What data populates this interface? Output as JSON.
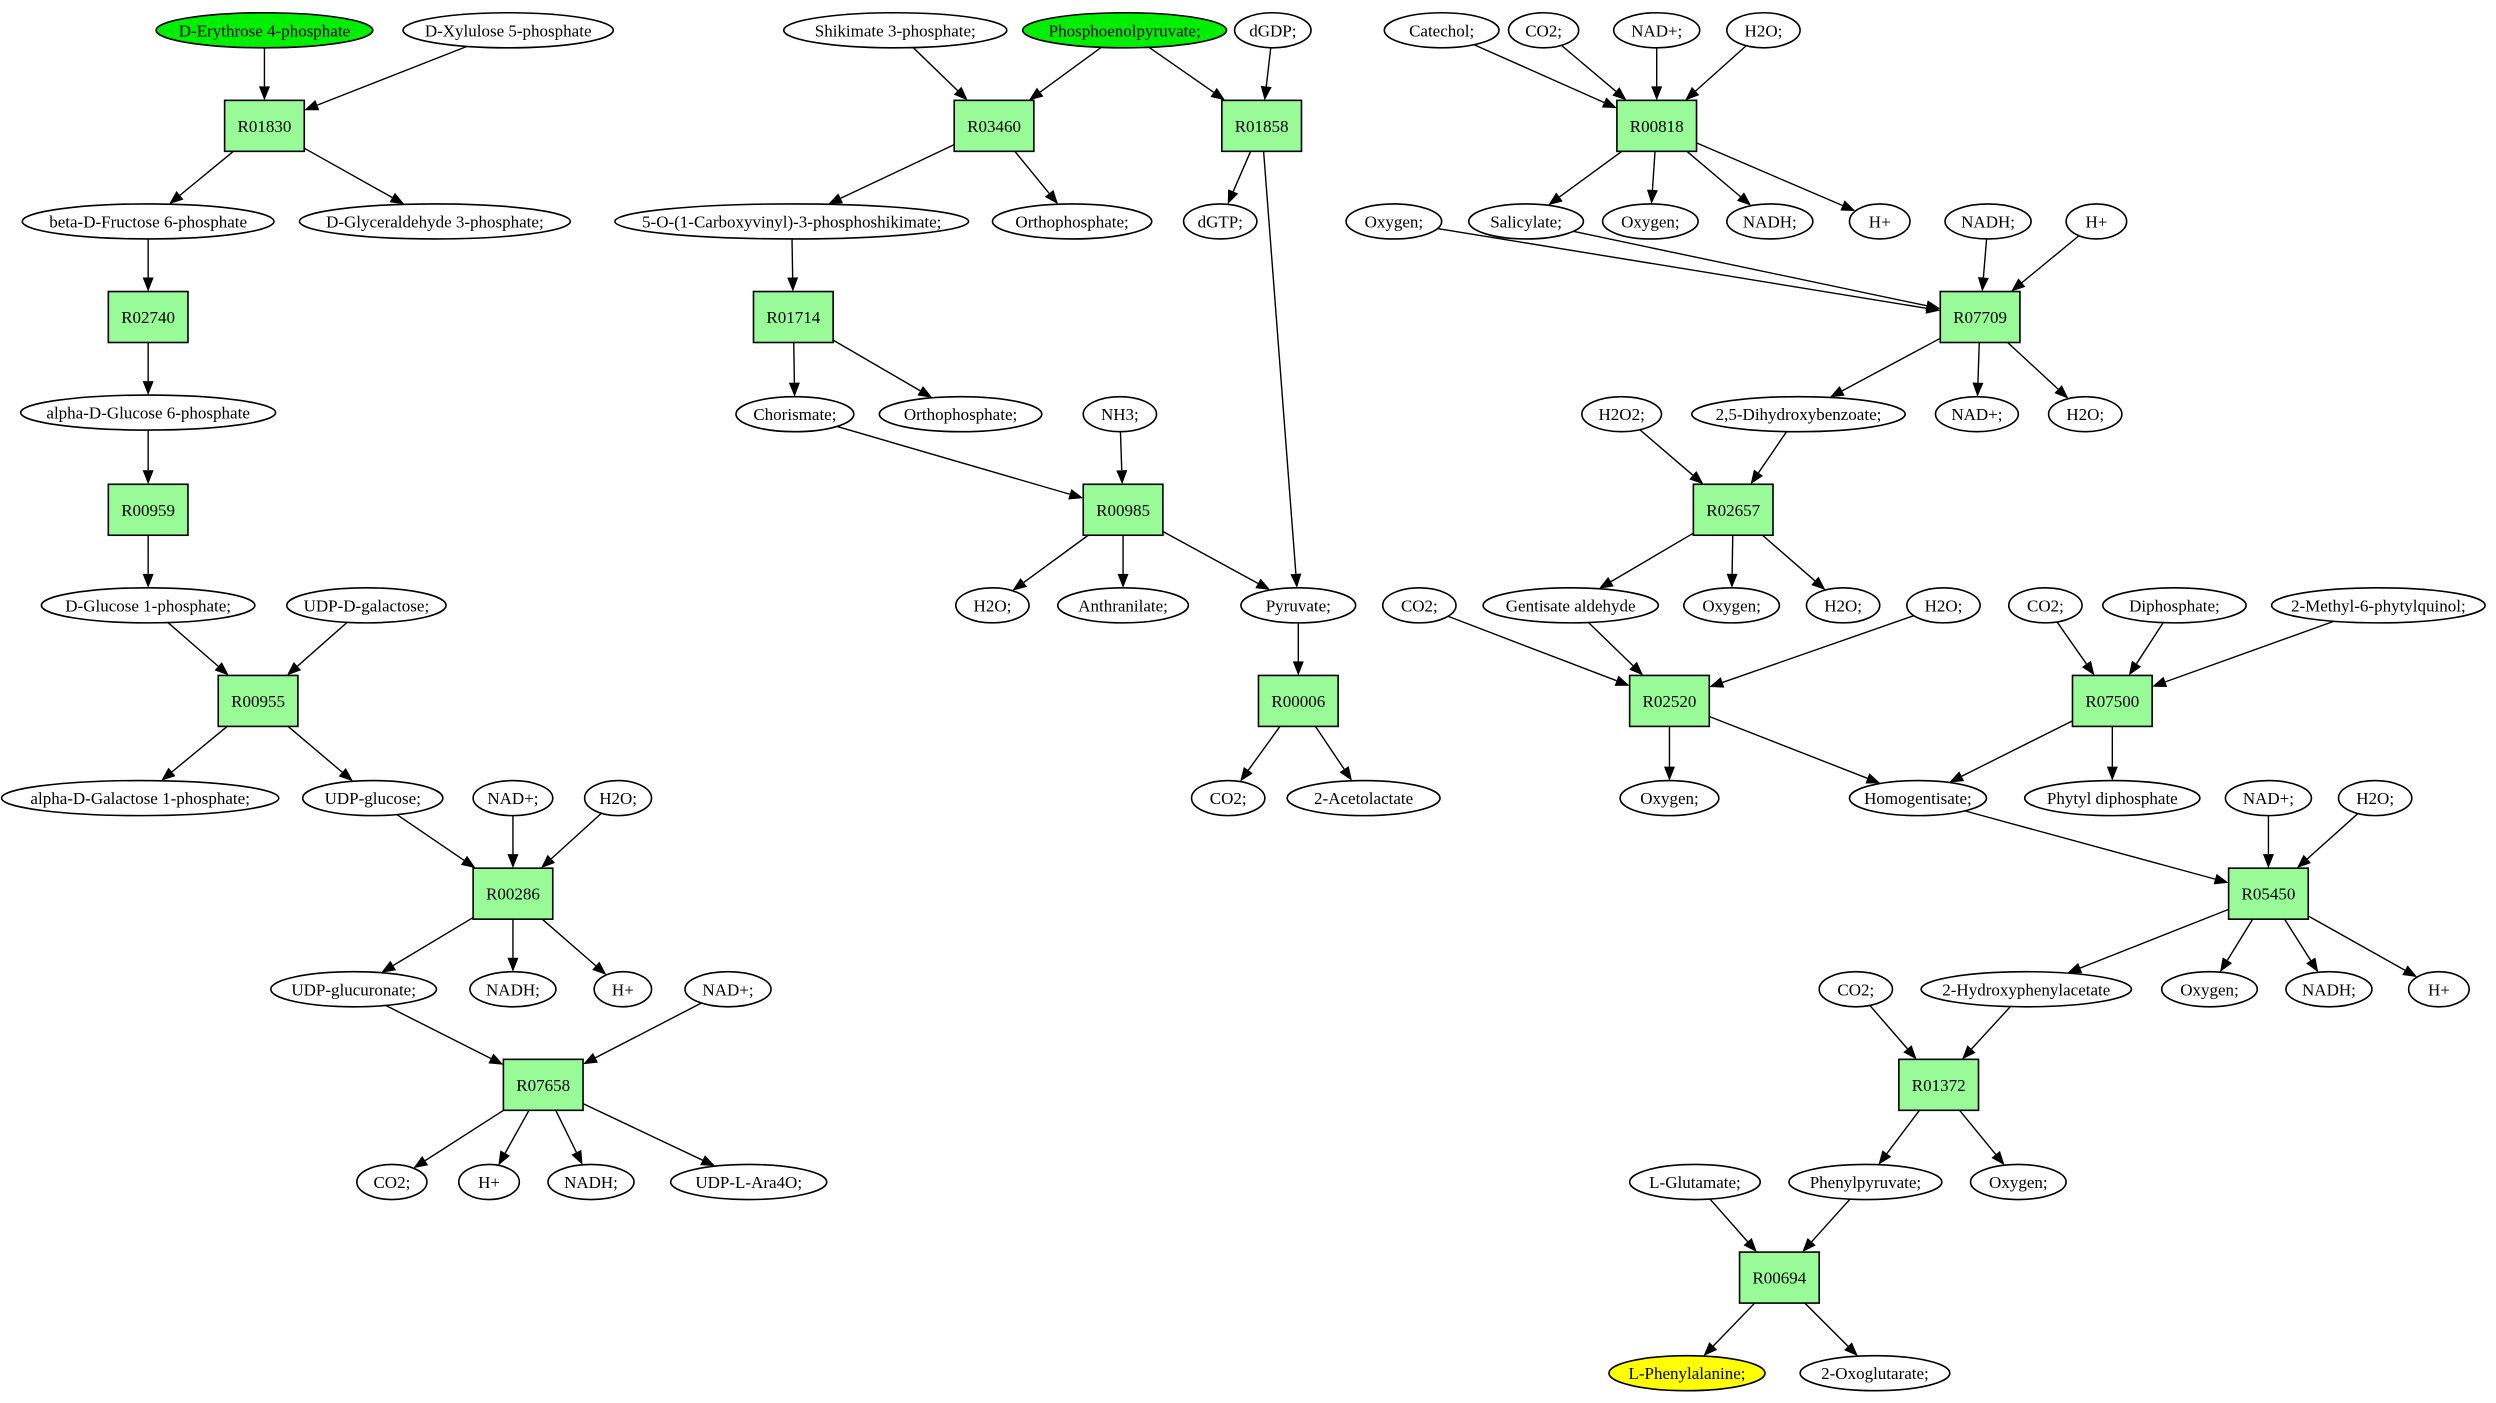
{
  "colors": {
    "reaction_fill": "#98fb98",
    "start_compound_fill": "#00ee00",
    "target_compound_fill": "#ffff00",
    "compound_fill": "#ffffff",
    "stroke": "#000000"
  },
  "nodes": [
    {
      "id": "c_e4p",
      "label": "D-Erythrose 4-phosphate",
      "kind": "compound",
      "color": "#00ee00"
    },
    {
      "id": "c_xu5p",
      "label": "D-Xylulose 5-phosphate",
      "kind": "compound"
    },
    {
      "id": "r_R01830",
      "label": "R01830",
      "kind": "reaction"
    },
    {
      "id": "c_f6p",
      "label": "beta-D-Fructose 6-phosphate",
      "kind": "compound"
    },
    {
      "id": "c_g3p",
      "label": "D-Glyceraldehyde 3-phosphate;",
      "kind": "compound"
    },
    {
      "id": "r_R02740",
      "label": "R02740",
      "kind": "reaction"
    },
    {
      "id": "c_ag6p",
      "label": "alpha-D-Glucose 6-phosphate",
      "kind": "compound"
    },
    {
      "id": "r_R00959",
      "label": "R00959",
      "kind": "reaction"
    },
    {
      "id": "c_g1p",
      "label": "D-Glucose 1-phosphate;",
      "kind": "compound"
    },
    {
      "id": "c_udpgal",
      "label": "UDP-D-galactose;",
      "kind": "compound"
    },
    {
      "id": "r_R00955",
      "label": "R00955",
      "kind": "reaction"
    },
    {
      "id": "c_agal1p",
      "label": "alpha-D-Galactose 1-phosphate;",
      "kind": "compound"
    },
    {
      "id": "c_udpglc",
      "label": "UDP-glucose;",
      "kind": "compound"
    },
    {
      "id": "c_nad_1",
      "label": "NAD+;",
      "kind": "compound"
    },
    {
      "id": "c_h2o_1",
      "label": "H2O;",
      "kind": "compound"
    },
    {
      "id": "r_R00286",
      "label": "R00286",
      "kind": "reaction"
    },
    {
      "id": "c_udpglcA",
      "label": "UDP-glucuronate;",
      "kind": "compound"
    },
    {
      "id": "c_nadh_1",
      "label": "NADH;",
      "kind": "compound"
    },
    {
      "id": "c_h_1",
      "label": "H+",
      "kind": "compound"
    },
    {
      "id": "c_nad_2",
      "label": "NAD+;",
      "kind": "compound"
    },
    {
      "id": "r_R07658",
      "label": "R07658",
      "kind": "reaction"
    },
    {
      "id": "c_co2_1",
      "label": "CO2;",
      "kind": "compound"
    },
    {
      "id": "c_h_2",
      "label": "H+",
      "kind": "compound"
    },
    {
      "id": "c_nadh_2",
      "label": "NADH;",
      "kind": "compound"
    },
    {
      "id": "c_udpara",
      "label": "UDP-L-Ara4O;",
      "kind": "compound"
    },
    {
      "id": "c_s3p",
      "label": "Shikimate 3-phosphate;",
      "kind": "compound"
    },
    {
      "id": "c_pep",
      "label": "Phosphoenolpyruvate;",
      "kind": "compound",
      "color": "#00ee00"
    },
    {
      "id": "c_dgdp",
      "label": "dGDP;",
      "kind": "compound"
    },
    {
      "id": "r_R03460",
      "label": "R03460",
      "kind": "reaction"
    },
    {
      "id": "r_R01858",
      "label": "R01858",
      "kind": "reaction"
    },
    {
      "id": "c_epsp",
      "label": "5-O-(1-Carboxyvinyl)-3-phosphoshikimate;",
      "kind": "compound"
    },
    {
      "id": "c_pi_1",
      "label": "Orthophosphate;",
      "kind": "compound"
    },
    {
      "id": "c_dgtp",
      "label": "dGTP;",
      "kind": "compound"
    },
    {
      "id": "r_R01714",
      "label": "R01714",
      "kind": "reaction"
    },
    {
      "id": "c_chor",
      "label": "Chorismate;",
      "kind": "compound"
    },
    {
      "id": "c_pi_2",
      "label": "Orthophosphate;",
      "kind": "compound"
    },
    {
      "id": "c_nh3",
      "label": "NH3;",
      "kind": "compound"
    },
    {
      "id": "r_R00985",
      "label": "R00985",
      "kind": "reaction"
    },
    {
      "id": "c_h2o_2",
      "label": "H2O;",
      "kind": "compound"
    },
    {
      "id": "c_anth",
      "label": "Anthranilate;",
      "kind": "compound"
    },
    {
      "id": "c_pyr",
      "label": "Pyruvate;",
      "kind": "compound"
    },
    {
      "id": "r_R00006",
      "label": "R00006",
      "kind": "reaction"
    },
    {
      "id": "c_co2_2",
      "label": "CO2;",
      "kind": "compound"
    },
    {
      "id": "c_acetol",
      "label": "2-Acetolactate",
      "kind": "compound"
    },
    {
      "id": "c_catechol",
      "label": "Catechol;",
      "kind": "compound"
    },
    {
      "id": "c_co2_3",
      "label": "CO2;",
      "kind": "compound"
    },
    {
      "id": "c_nad_3",
      "label": "NAD+;",
      "kind": "compound"
    },
    {
      "id": "c_h2o_3",
      "label": "H2O;",
      "kind": "compound"
    },
    {
      "id": "r_R00818",
      "label": "R00818",
      "kind": "reaction"
    },
    {
      "id": "c_oxy_1",
      "label": "Oxygen;",
      "kind": "compound"
    },
    {
      "id": "c_salic",
      "label": "Salicylate;",
      "kind": "compound"
    },
    {
      "id": "c_oxy_2",
      "label": "Oxygen;",
      "kind": "compound"
    },
    {
      "id": "c_nadh_3",
      "label": "NADH;",
      "kind": "compound"
    },
    {
      "id": "c_h_3",
      "label": "H+",
      "kind": "compound"
    },
    {
      "id": "c_nadh_4",
      "label": "NADH;",
      "kind": "compound"
    },
    {
      "id": "c_h_4",
      "label": "H+",
      "kind": "compound"
    },
    {
      "id": "r_R07709",
      "label": "R07709",
      "kind": "reaction"
    },
    {
      "id": "c_h2o2",
      "label": "H2O2;",
      "kind": "compound"
    },
    {
      "id": "c_dhb",
      "label": "2,5-Dihydroxybenzoate;",
      "kind": "compound"
    },
    {
      "id": "c_nad_4",
      "label": "NAD+;",
      "kind": "compound"
    },
    {
      "id": "c_h2o_4",
      "label": "H2O;",
      "kind": "compound"
    },
    {
      "id": "r_R02657",
      "label": "R02657",
      "kind": "reaction"
    },
    {
      "id": "c_co2_4",
      "label": "CO2;",
      "kind": "compound"
    },
    {
      "id": "c_gentald",
      "label": "Gentisate aldehyde",
      "kind": "compound"
    },
    {
      "id": "c_oxy_3",
      "label": "Oxygen;",
      "kind": "compound"
    },
    {
      "id": "c_h2o_5",
      "label": "H2O;",
      "kind": "compound"
    },
    {
      "id": "c_h2o_6",
      "label": "H2O;",
      "kind": "compound"
    },
    {
      "id": "c_co2_5",
      "label": "CO2;",
      "kind": "compound"
    },
    {
      "id": "c_dipho",
      "label": "Diphosphate;",
      "kind": "compound"
    },
    {
      "id": "c_mpq",
      "label": "2-Methyl-6-phytylquinol;",
      "kind": "compound"
    },
    {
      "id": "r_R02520",
      "label": "R02520",
      "kind": "reaction"
    },
    {
      "id": "r_R07500",
      "label": "R07500",
      "kind": "reaction"
    },
    {
      "id": "c_oxy_4",
      "label": "Oxygen;",
      "kind": "compound"
    },
    {
      "id": "c_hga",
      "label": "Homogentisate;",
      "kind": "compound"
    },
    {
      "id": "c_phytdp",
      "label": "Phytyl diphosphate",
      "kind": "compound"
    },
    {
      "id": "c_nad_5",
      "label": "NAD+;",
      "kind": "compound"
    },
    {
      "id": "c_h2o_7",
      "label": "H2O;",
      "kind": "compound"
    },
    {
      "id": "r_R05450",
      "label": "R05450",
      "kind": "reaction"
    },
    {
      "id": "c_co2_6",
      "label": "CO2;",
      "kind": "compound"
    },
    {
      "id": "c_2hpa",
      "label": "2-Hydroxyphenylacetate",
      "kind": "compound"
    },
    {
      "id": "c_oxy_5",
      "label": "Oxygen;",
      "kind": "compound"
    },
    {
      "id": "c_nadh_5",
      "label": "NADH;",
      "kind": "compound"
    },
    {
      "id": "c_h_5",
      "label": "H+",
      "kind": "compound"
    },
    {
      "id": "r_R01372",
      "label": "R01372",
      "kind": "reaction"
    },
    {
      "id": "c_glu",
      "label": "L-Glutamate;",
      "kind": "compound"
    },
    {
      "id": "c_phepyr",
      "label": "Phenylpyruvate;",
      "kind": "compound"
    },
    {
      "id": "c_oxy_6",
      "label": "Oxygen;",
      "kind": "compound"
    },
    {
      "id": "r_R00694",
      "label": "R00694",
      "kind": "reaction"
    },
    {
      "id": "c_phe",
      "label": "L-Phenylalanine;",
      "kind": "compound",
      "color": "#ffff00"
    },
    {
      "id": "c_2og",
      "label": "2-Oxoglutarate;",
      "kind": "compound"
    }
  ],
  "edges": [
    [
      "c_e4p",
      "r_R01830"
    ],
    [
      "c_xu5p",
      "r_R01830"
    ],
    [
      "r_R01830",
      "c_f6p"
    ],
    [
      "r_R01830",
      "c_g3p"
    ],
    [
      "c_f6p",
      "r_R02740"
    ],
    [
      "r_R02740",
      "c_ag6p"
    ],
    [
      "c_ag6p",
      "r_R00959"
    ],
    [
      "r_R00959",
      "c_g1p"
    ],
    [
      "c_g1p",
      "r_R00955"
    ],
    [
      "c_udpgal",
      "r_R00955"
    ],
    [
      "r_R00955",
      "c_agal1p"
    ],
    [
      "r_R00955",
      "c_udpglc"
    ],
    [
      "c_udpglc",
      "r_R00286"
    ],
    [
      "c_nad_1",
      "r_R00286"
    ],
    [
      "c_h2o_1",
      "r_R00286"
    ],
    [
      "r_R00286",
      "c_udpglcA"
    ],
    [
      "r_R00286",
      "c_nadh_1"
    ],
    [
      "r_R00286",
      "c_h_1"
    ],
    [
      "c_udpglcA",
      "r_R07658"
    ],
    [
      "c_nad_2",
      "r_R07658"
    ],
    [
      "r_R07658",
      "c_co2_1"
    ],
    [
      "r_R07658",
      "c_h_2"
    ],
    [
      "r_R07658",
      "c_nadh_2"
    ],
    [
      "r_R07658",
      "c_udpara"
    ],
    [
      "c_s3p",
      "r_R03460"
    ],
    [
      "c_pep",
      "r_R03460"
    ],
    [
      "c_pep",
      "r_R01858"
    ],
    [
      "c_dgdp",
      "r_R01858"
    ],
    [
      "r_R03460",
      "c_epsp"
    ],
    [
      "r_R03460",
      "c_pi_1"
    ],
    [
      "r_R01858",
      "c_dgtp"
    ],
    [
      "r_R01858",
      "c_pyr"
    ],
    [
      "c_epsp",
      "r_R01714"
    ],
    [
      "r_R01714",
      "c_chor"
    ],
    [
      "r_R01714",
      "c_pi_2"
    ],
    [
      "c_chor",
      "r_R00985"
    ],
    [
      "c_nh3",
      "r_R00985"
    ],
    [
      "r_R00985",
      "c_h2o_2"
    ],
    [
      "r_R00985",
      "c_anth"
    ],
    [
      "r_R00985",
      "c_pyr"
    ],
    [
      "c_pyr",
      "r_R00006"
    ],
    [
      "r_R00006",
      "c_co2_2"
    ],
    [
      "r_R00006",
      "c_acetol"
    ],
    [
      "c_catechol",
      "r_R00818"
    ],
    [
      "c_co2_3",
      "r_R00818"
    ],
    [
      "c_nad_3",
      "r_R00818"
    ],
    [
      "c_h2o_3",
      "r_R00818"
    ],
    [
      "r_R00818",
      "c_salic"
    ],
    [
      "r_R00818",
      "c_oxy_2"
    ],
    [
      "r_R00818",
      "c_nadh_3"
    ],
    [
      "r_R00818",
      "c_h_3"
    ],
    [
      "c_oxy_1",
      "r_R07709"
    ],
    [
      "c_salic",
      "r_R07709"
    ],
    [
      "c_nadh_4",
      "r_R07709"
    ],
    [
      "c_h_4",
      "r_R07709"
    ],
    [
      "r_R07709",
      "c_dhb"
    ],
    [
      "r_R07709",
      "c_nad_4"
    ],
    [
      "r_R07709",
      "c_h2o_4"
    ],
    [
      "c_h2o2",
      "r_R02657"
    ],
    [
      "c_dhb",
      "r_R02657"
    ],
    [
      "r_R02657",
      "c_gentald"
    ],
    [
      "r_R02657",
      "c_oxy_3"
    ],
    [
      "r_R02657",
      "c_h2o_5"
    ],
    [
      "c_co2_4",
      "r_R02520"
    ],
    [
      "c_gentald",
      "r_R02520"
    ],
    [
      "c_h2o_6",
      "r_R02520"
    ],
    [
      "r_R02520",
      "c_oxy_4"
    ],
    [
      "r_R02520",
      "c_hga"
    ],
    [
      "c_co2_5",
      "r_R07500"
    ],
    [
      "c_dipho",
      "r_R07500"
    ],
    [
      "c_mpq",
      "r_R07500"
    ],
    [
      "r_R07500",
      "c_hga"
    ],
    [
      "r_R07500",
      "c_phytdp"
    ],
    [
      "c_hga",
      "r_R05450"
    ],
    [
      "c_nad_5",
      "r_R05450"
    ],
    [
      "c_h2o_7",
      "r_R05450"
    ],
    [
      "r_R05450",
      "c_2hpa"
    ],
    [
      "r_R05450",
      "c_oxy_5"
    ],
    [
      "r_R05450",
      "c_nadh_5"
    ],
    [
      "r_R05450",
      "c_h_5"
    ],
    [
      "c_co2_6",
      "r_R01372"
    ],
    [
      "c_2hpa",
      "r_R01372"
    ],
    [
      "r_R01372",
      "c_phepyr"
    ],
    [
      "r_R01372",
      "c_oxy_6"
    ],
    [
      "c_glu",
      "r_R00694"
    ],
    [
      "c_phepyr",
      "r_R00694"
    ],
    [
      "r_R00694",
      "c_phe"
    ],
    [
      "r_R00694",
      "c_2og"
    ]
  ]
}
